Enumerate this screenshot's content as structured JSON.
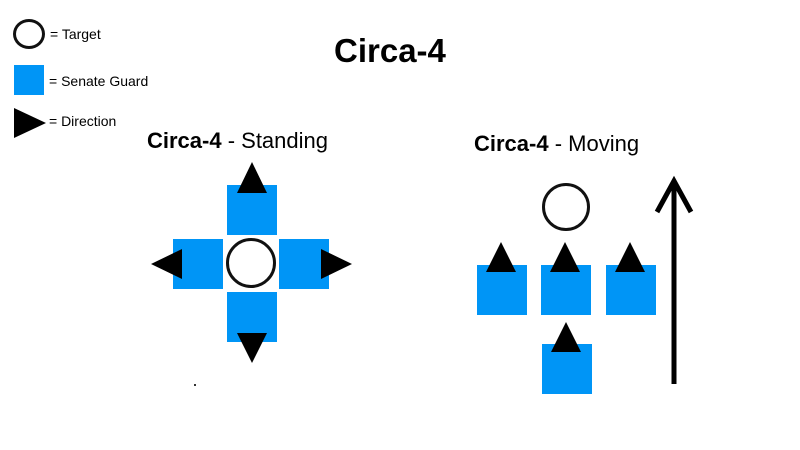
{
  "title": "Circa-4",
  "legend": {
    "target_label": "= Target",
    "guard_label": "= Senate Guard",
    "direction_label": "= Direction"
  },
  "standing": {
    "name": "Circa-4",
    "suffix": " - Standing"
  },
  "moving": {
    "name": "Circa-4",
    "suffix": " - Moving"
  },
  "colors": {
    "guard": "#0095f6",
    "marker": "#000000"
  },
  "icons": [
    "circle-target-icon",
    "square-guard-icon",
    "triangle-direction-icon",
    "arrow-up-icon"
  ]
}
